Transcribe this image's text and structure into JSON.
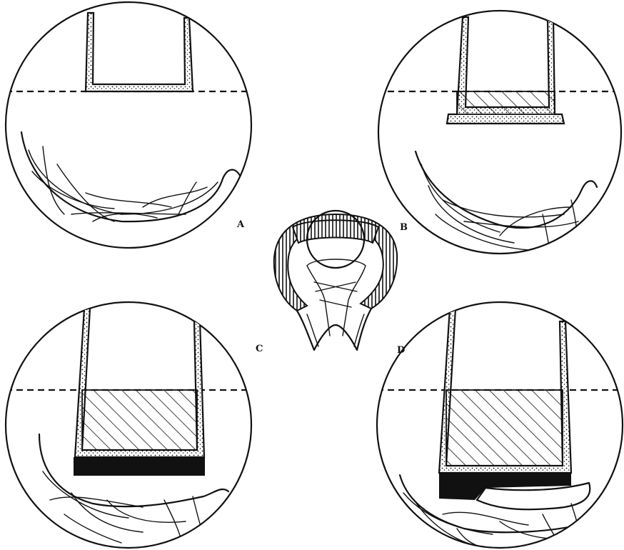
{
  "panels": [
    {
      "id": "A",
      "label": "A",
      "filling": "none"
    },
    {
      "id": "B",
      "label": "B",
      "filling": "partial"
    },
    {
      "id": "C",
      "label": "C",
      "filling": "full-with-base"
    },
    {
      "id": "D",
      "label": "D",
      "filling": "full-with-base-and-gap"
    }
  ],
  "colors": {
    "ink": "#111111",
    "paper": "#ffffff"
  }
}
